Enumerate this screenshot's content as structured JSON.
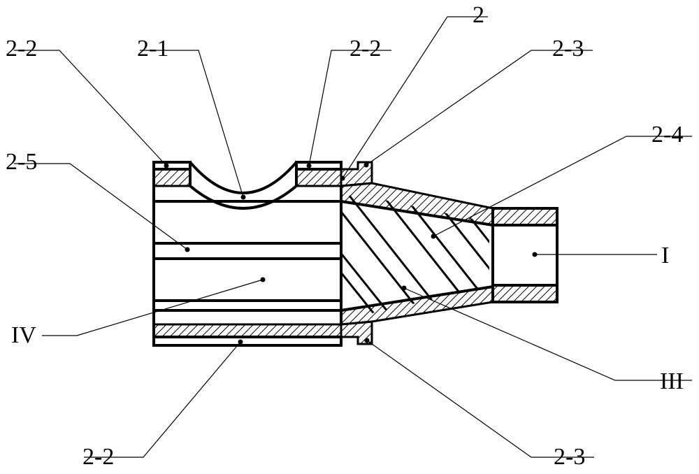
{
  "labels": {
    "top_left_2_2": "2-2",
    "top_2_1": "2-1",
    "top_2_2": "2-2",
    "top_2": "2",
    "top_2_3": "2-3",
    "right_2_4": "2-4",
    "left_2_5": "2-5",
    "right_I": "I",
    "left_IV": "IV",
    "right_III": "III",
    "bottom_2_2": "2-2",
    "bottom_2_3": "2-3"
  }
}
